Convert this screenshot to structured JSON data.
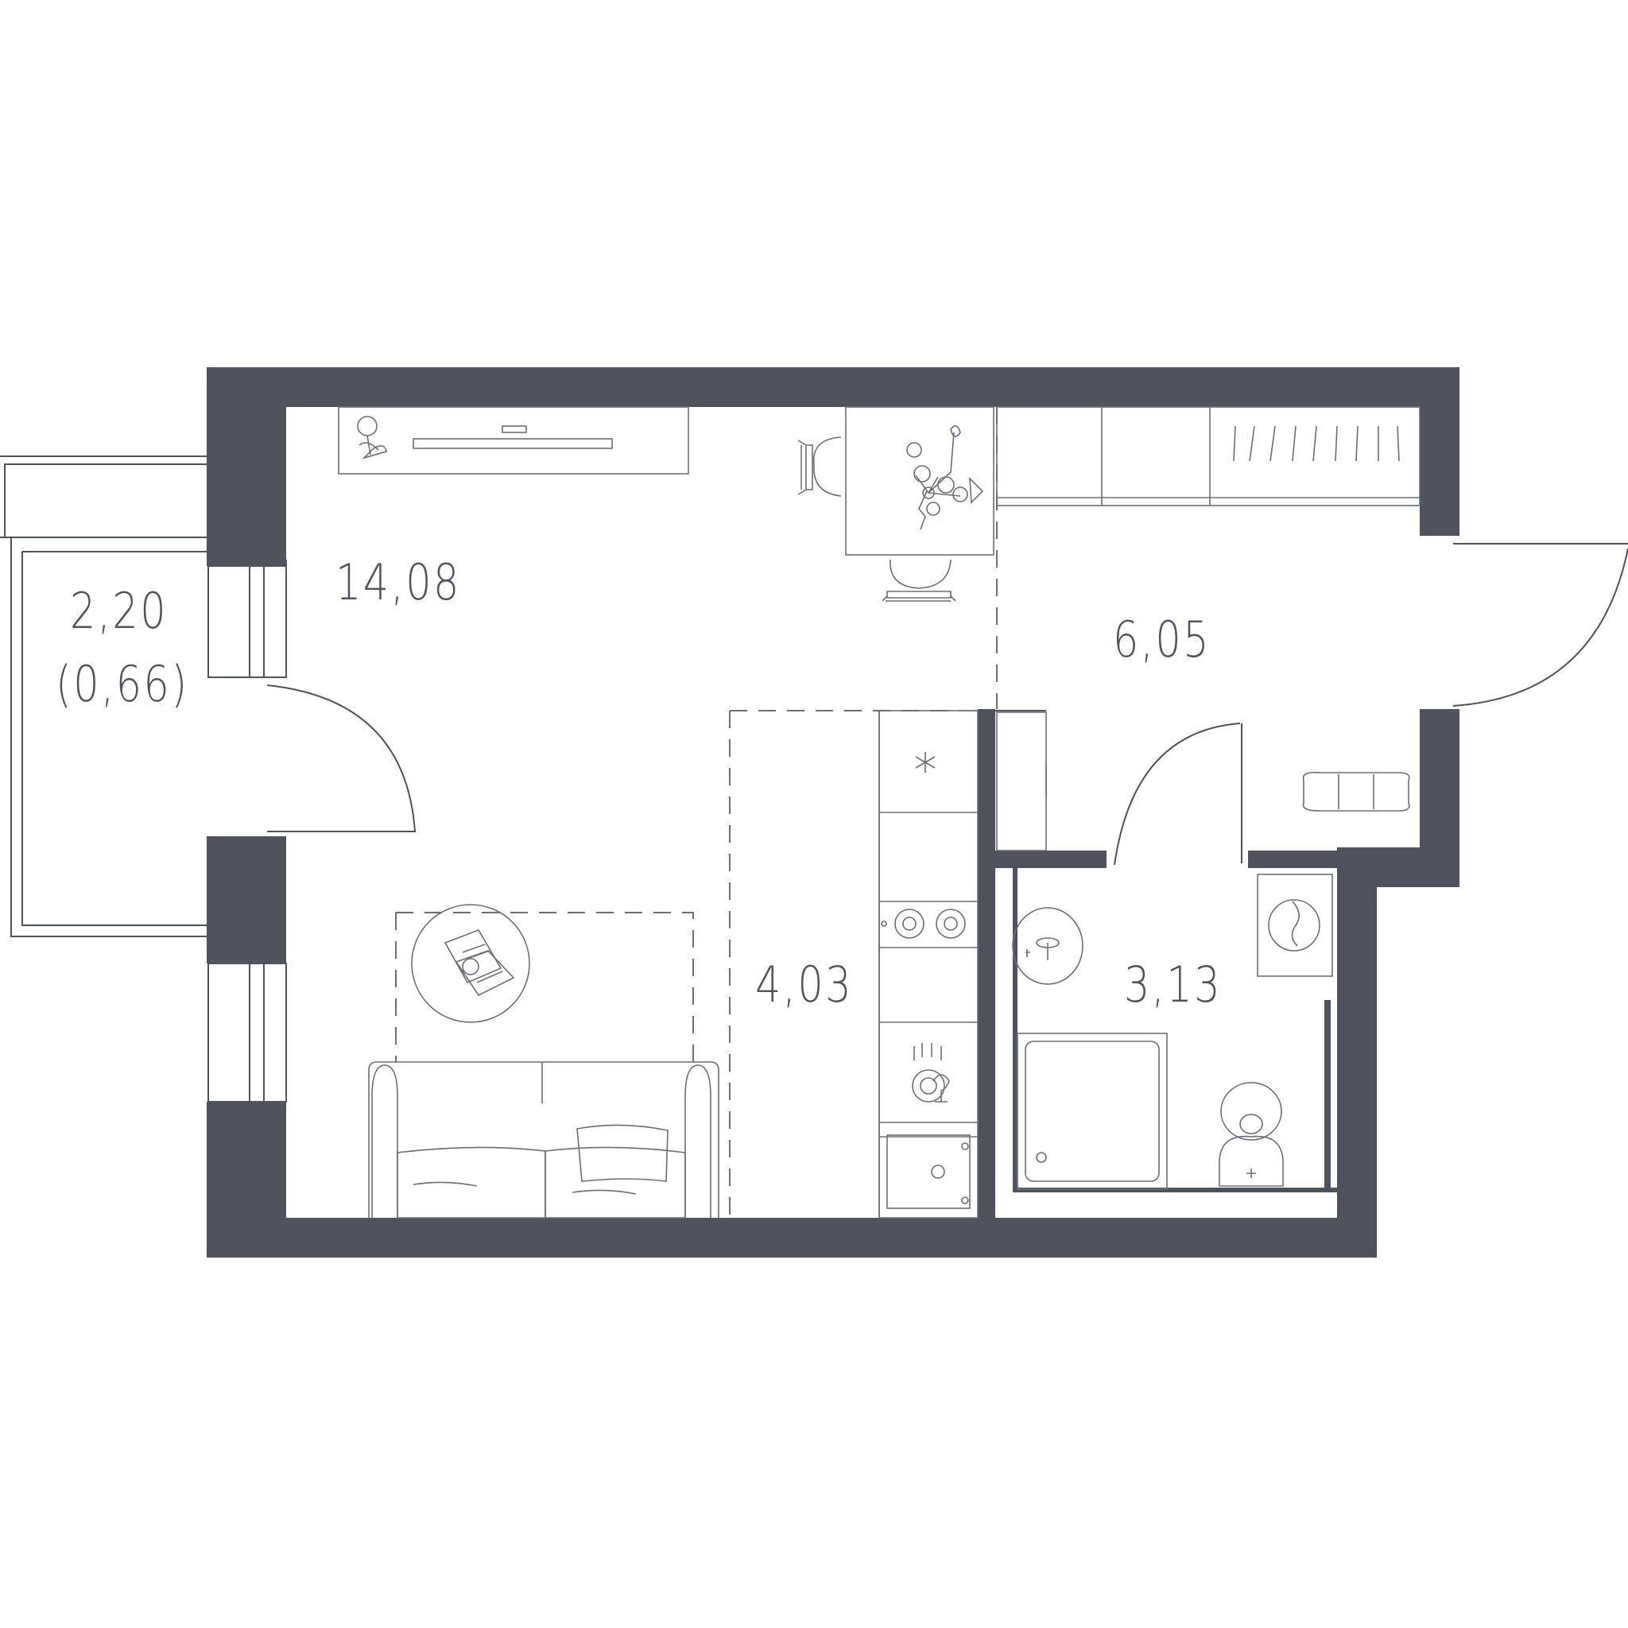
{
  "floor_plan": {
    "rooms": [
      {
        "id": "living",
        "area": "14,08"
      },
      {
        "id": "balcony",
        "area": "2,20",
        "area_reduced": "(0,66)"
      },
      {
        "id": "hall",
        "area": "6,05"
      },
      {
        "id": "kitchen",
        "area": "4,03"
      },
      {
        "id": "bathroom",
        "area": "3,13"
      }
    ]
  },
  "colors": {
    "wall": "#4f535d",
    "line": "#6a6e77",
    "background": "#ffffff"
  }
}
